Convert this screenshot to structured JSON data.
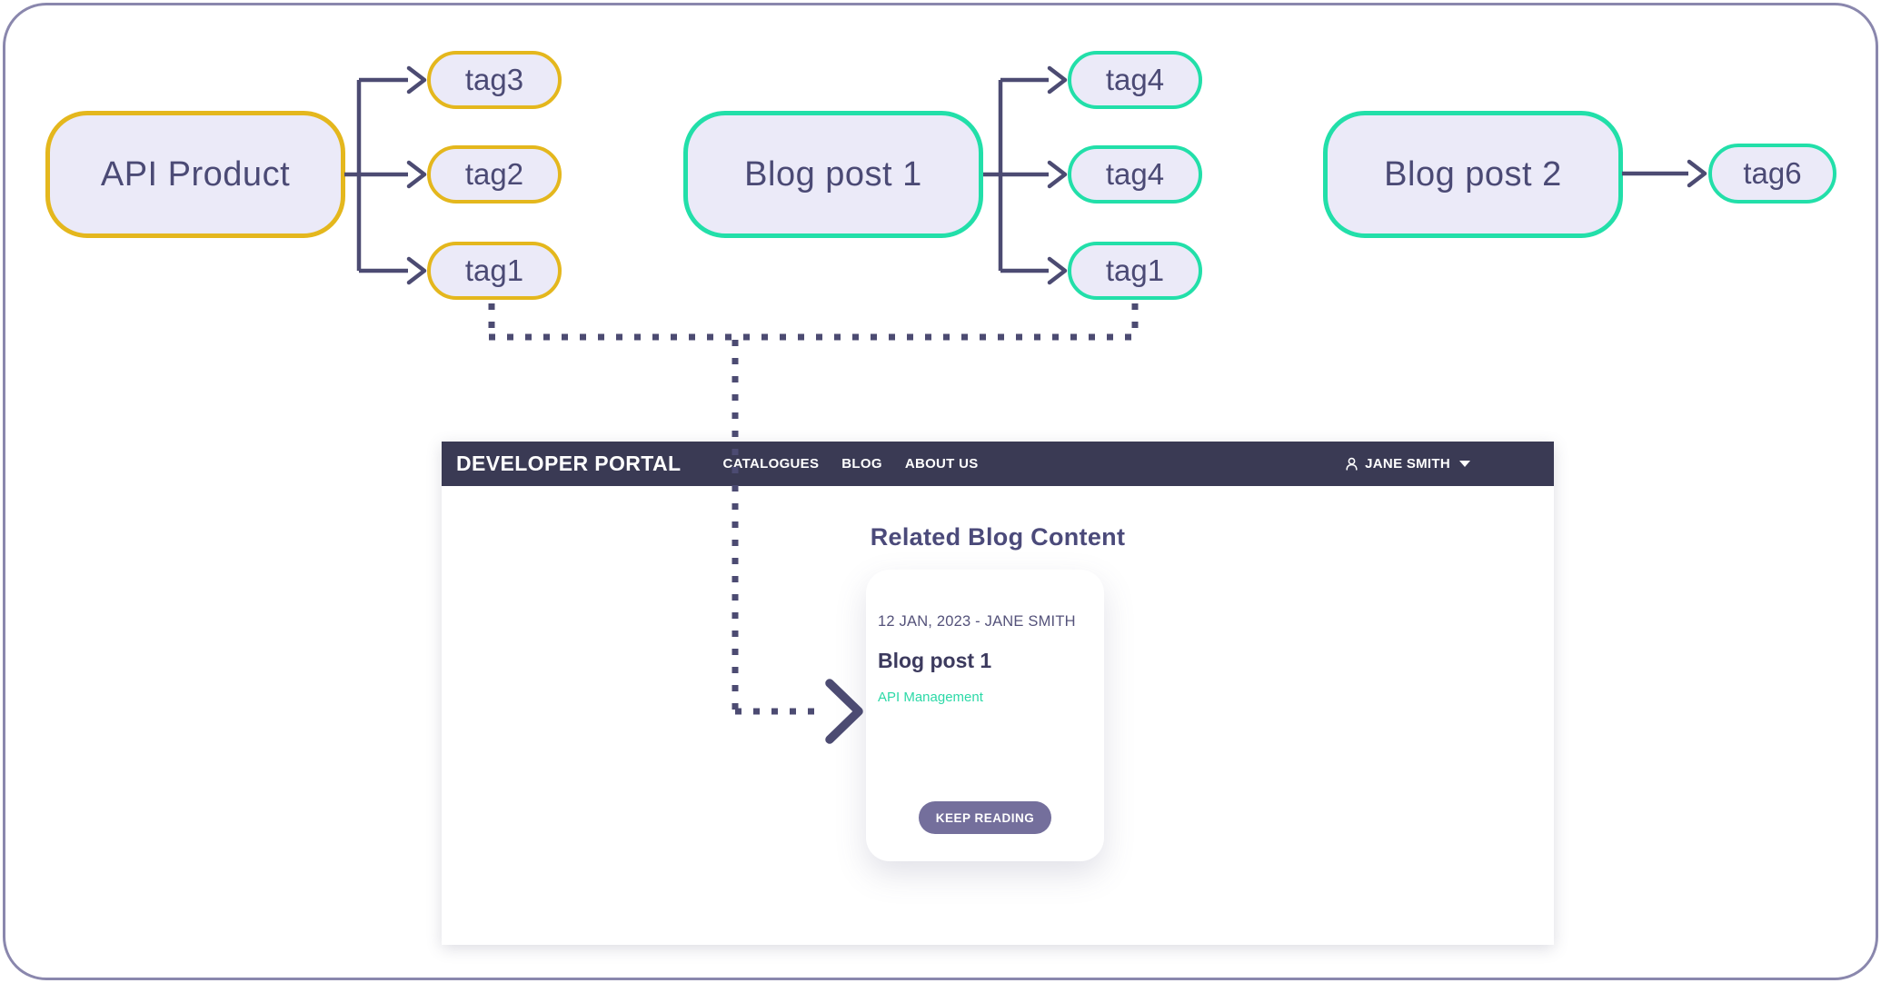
{
  "diagram": {
    "colors": {
      "gold_accent": "#e4b71d",
      "teal_accent": "#22dfa9",
      "node_fill": "#ebeaf8",
      "line": "#4c4b72",
      "text": "#4b4a75",
      "canvas_border": "#8a87ad"
    },
    "nodes": [
      {
        "id": "api-product",
        "label": "API Product",
        "accent": "gold"
      },
      {
        "id": "blog-post-1",
        "label": "Blog post 1",
        "accent": "teal"
      },
      {
        "id": "blog-post-2",
        "label": "Blog post 2",
        "accent": "teal"
      }
    ],
    "tags": [
      {
        "id": "tag3-gold",
        "label": "tag3",
        "accent": "gold",
        "linked_to": "api-product"
      },
      {
        "id": "tag2-gold",
        "label": "tag2",
        "accent": "gold",
        "linked_to": "api-product"
      },
      {
        "id": "tag1-gold",
        "label": "tag1",
        "accent": "gold",
        "linked_to": "api-product"
      },
      {
        "id": "tag4-teal-top",
        "label": "tag4",
        "accent": "teal",
        "linked_to": "blog-post-1"
      },
      {
        "id": "tag4-teal-mid",
        "label": "tag4",
        "accent": "teal",
        "linked_to": "blog-post-1"
      },
      {
        "id": "tag1-teal",
        "label": "tag1",
        "accent": "teal",
        "linked_to": "blog-post-1"
      },
      {
        "id": "tag6-teal",
        "label": "tag6",
        "accent": "teal",
        "linked_to": "blog-post-2"
      }
    ]
  },
  "portal": {
    "brand": "DEVELOPER PORTAL",
    "nav_items": [
      {
        "label": "CATALOGUES"
      },
      {
        "label": "BLOG"
      },
      {
        "label": "ABOUT US"
      }
    ],
    "user": {
      "name": "JANE SMITH"
    },
    "navbar_color": "#3a3a54",
    "section_title": "Related Blog Content",
    "card": {
      "meta": "12 JAN, 2023 - JANE SMITH",
      "title": "Blog post 1",
      "tag_link": "API Management",
      "button_label": "KEEP READING",
      "button_color": "#746f9c",
      "tag_link_color": "#2cd9a7"
    }
  }
}
